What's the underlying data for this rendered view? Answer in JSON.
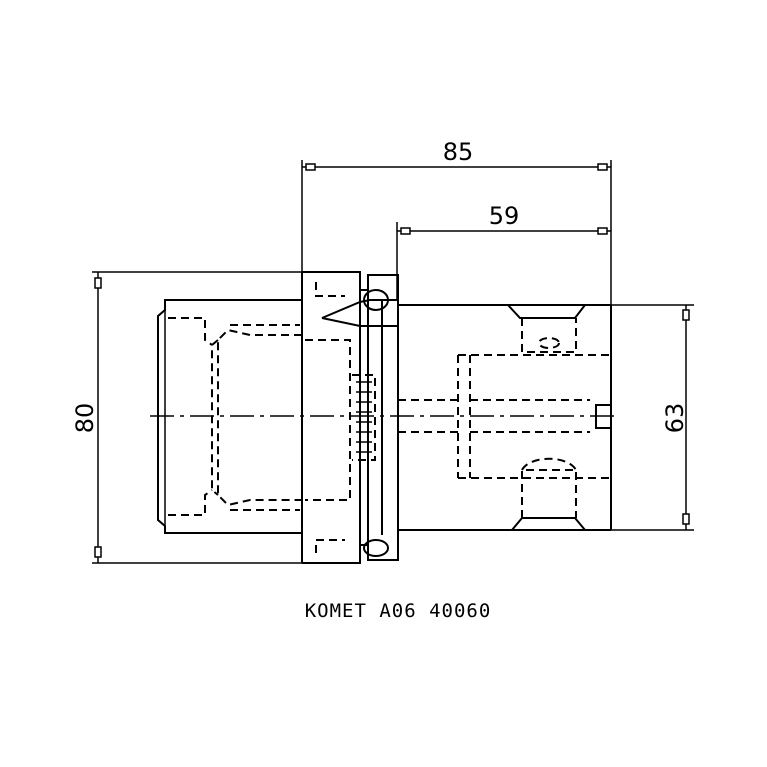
{
  "drawing": {
    "dimensions": {
      "overall_length": "85",
      "shank_length": "59",
      "flange_diameter": "80",
      "shank_diameter": "63"
    },
    "part_code": "KOMET A06 40060"
  }
}
